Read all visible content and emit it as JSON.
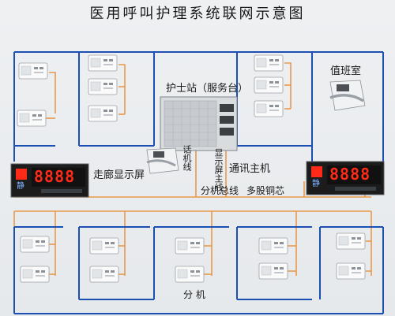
{
  "title": "医用呼叫护理系统联网示意图",
  "nurse_station": "护士站（服务台）",
  "duty_room": "值班室",
  "phone_host_line": "话机线",
  "display_bus": "显示屏主线",
  "intercom_host": "通讯主机",
  "corridor_display": "走廊显示屏",
  "extension_bus": "分机总线",
  "multi_copper": "多股铜芯",
  "extension": "分 机",
  "display_digits": "8888",
  "display_quiet_char": "静",
  "colors": {
    "bus": "#e89a4c",
    "frame": "#1b4fb3",
    "panel": "#ececec",
    "display": "#1c1c1c",
    "led": "#ff2a17"
  }
}
